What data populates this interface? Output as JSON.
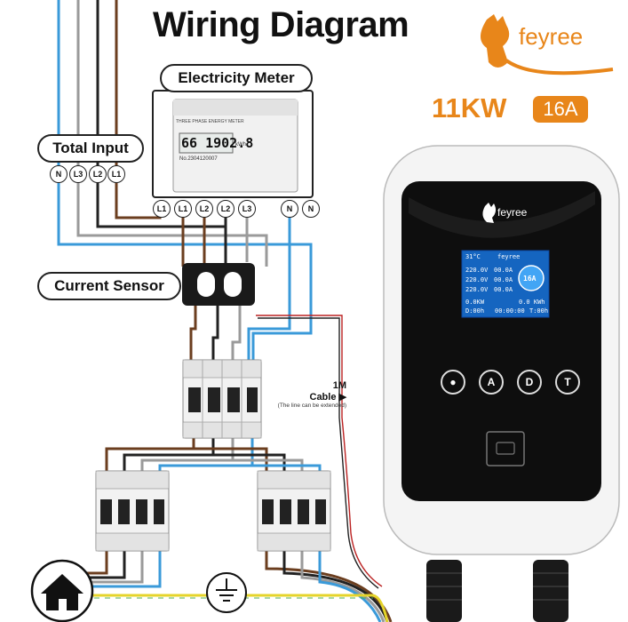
{
  "title": "Wiring Diagram",
  "labels": {
    "electricity_meter": "Electricity Meter",
    "total_input": "Total Input",
    "current_sensor": "Current Sensor",
    "cable_length": "1M",
    "cable": "Cable",
    "cable_note": "(The line can be extended)"
  },
  "input_terminals": [
    "N",
    "L3",
    "L2",
    "L1"
  ],
  "meter_terminals": [
    "L1",
    "L1",
    "L2",
    "L2",
    "L3",
    "N",
    "N"
  ],
  "meter": {
    "reading": "66 1902.8",
    "unit": "kWh",
    "header": "THREE PHASE ENERGY METER",
    "serial": "No.2304120007"
  },
  "brand": {
    "name": "feyree",
    "power": "11KW",
    "current": "16A",
    "accent": "#e8861a"
  },
  "charger_screen": {
    "temp": "31°C",
    "brand": "feyree",
    "rows": [
      {
        "v": "220.0V",
        "a": "00.0A"
      },
      {
        "v": "220.0V",
        "a": "00.0A"
      },
      {
        "v": "220.0V",
        "a": "00.0A"
      }
    ],
    "gauge": "16A",
    "power_kw": "0.0KW",
    "energy": "0.0 KWh",
    "time_d": "D:00h",
    "clock": "00:00:00",
    "time_t": "T:00h"
  },
  "charger_buttons": [
    "●",
    "A",
    "D",
    "T"
  ],
  "colors": {
    "wire_blue": "#3a9ad9",
    "wire_brown": "#6b3e1f",
    "wire_black": "#222222",
    "wire_grey": "#9a9a9a",
    "wire_yellow": "#e5d42a",
    "wire_green": "#4caf50"
  }
}
